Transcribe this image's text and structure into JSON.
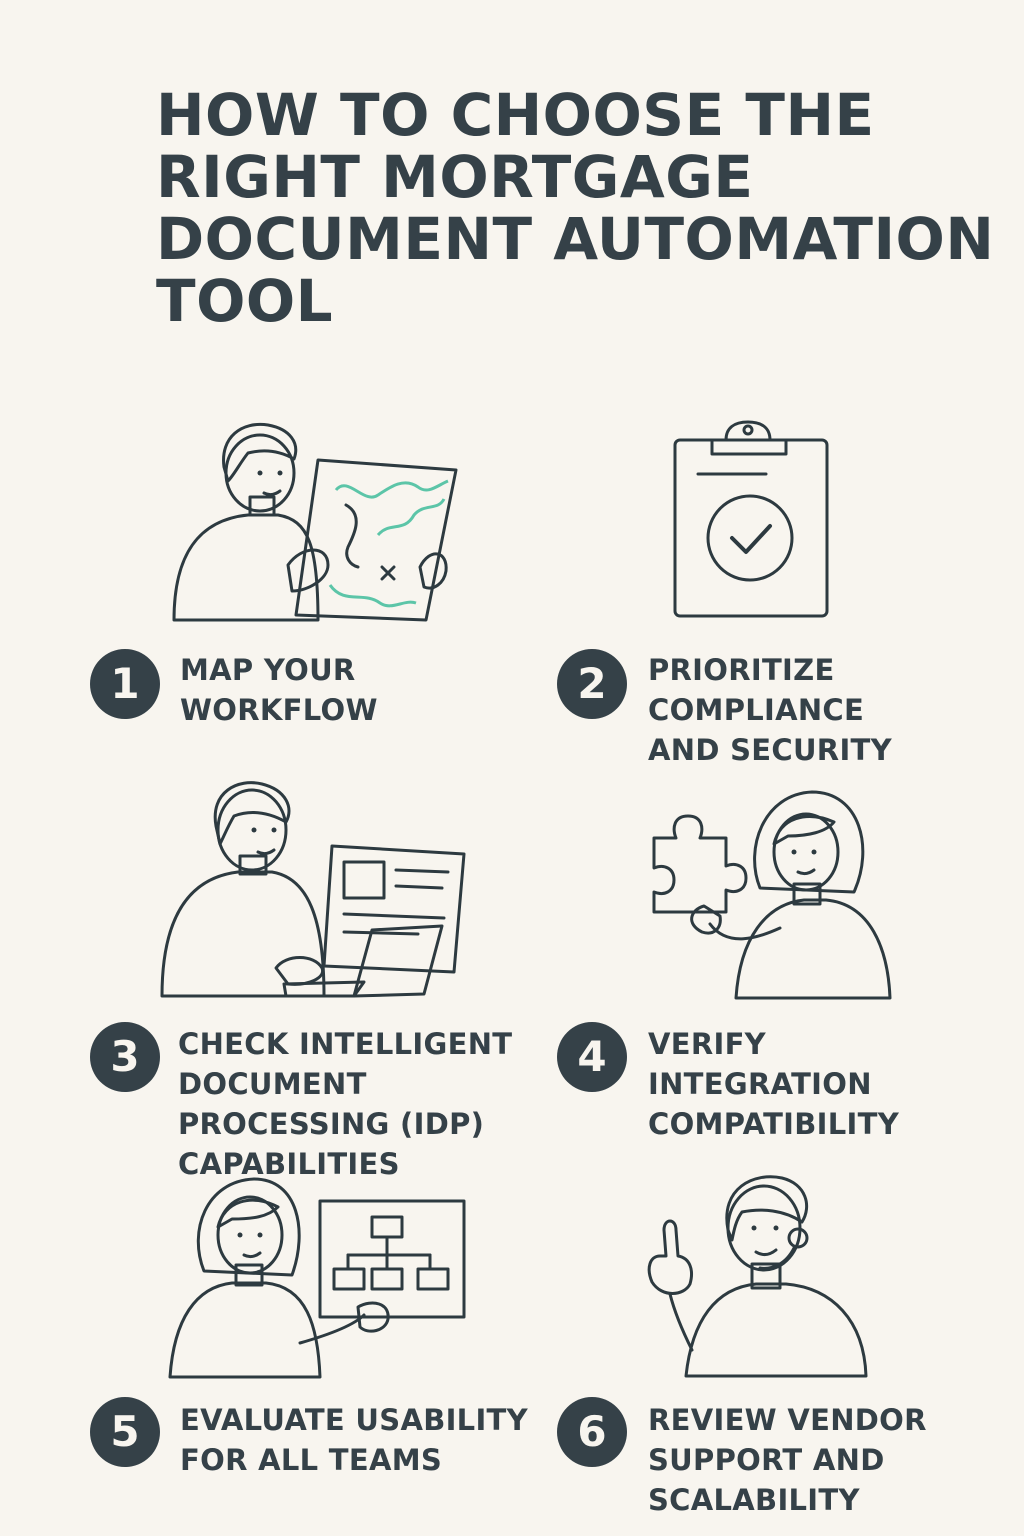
{
  "title": "HOW TO CHOOSE THE RIGHT MORTGAGE DOCUMENT AUTOMATION TOOL",
  "colors": {
    "background": "#f8f5ef",
    "text": "#354148",
    "blue": "#4a9fd2",
    "orange": "#f4884a",
    "teal": "#5cc5a8",
    "light_blue": "#78c3df",
    "skin": "#e9935d",
    "hair": "#354148"
  },
  "steps": [
    {
      "number": "1",
      "label": "MAP YOUR WORKFLOW",
      "icon": "person-with-map-icon"
    },
    {
      "number": "2",
      "label": "PRIORITIZE COMPLIANCE AND SECURITY",
      "icon": "clipboard-check-icon"
    },
    {
      "number": "3",
      "label": "CHECK INTELLIGENT DOCUMENT PROCESSING (IDP) CAPABILITIES",
      "icon": "person-at-laptop-icon"
    },
    {
      "number": "4",
      "label": "VERIFY INTEGRATION COMPATIBILITY",
      "icon": "person-with-puzzle-icon"
    },
    {
      "number": "5",
      "label": "EVALUATE USABILITY FOR ALL TEAMS",
      "icon": "person-with-org-chart-icon"
    },
    {
      "number": "6",
      "label": "REVIEW VENDOR SUPPORT AND SCALABILITY",
      "icon": "support-agent-icon"
    }
  ]
}
